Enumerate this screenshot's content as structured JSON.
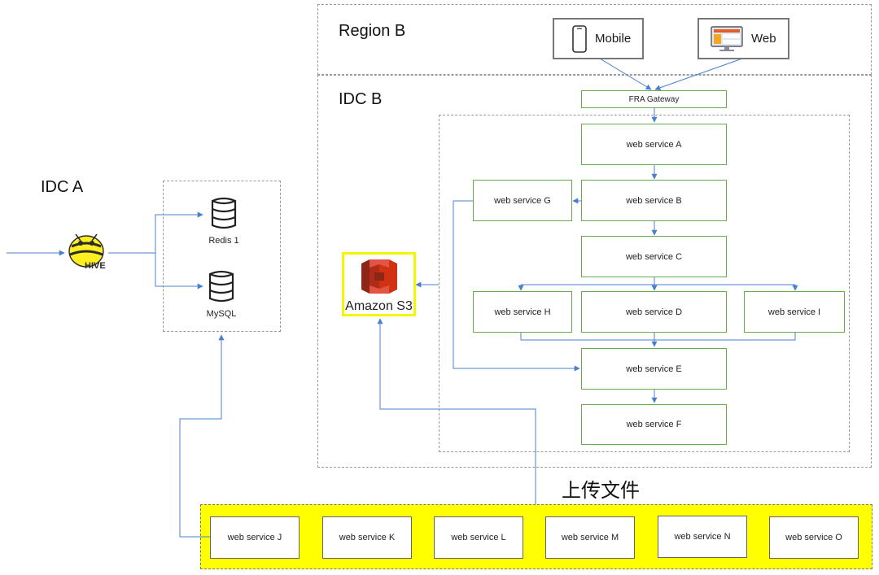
{
  "zones": {
    "region_b": "Region B",
    "idc_b": "IDC B",
    "idc_a": "IDC A"
  },
  "clients": {
    "mobile": "Mobile",
    "web": "Web"
  },
  "gateway": "FRA Gateway",
  "services": {
    "a": "web service A",
    "b": "web service B",
    "c": "web service C",
    "d": "web service D",
    "e": "web service E",
    "f": "web service F",
    "g": "web service G",
    "h": "web service H",
    "i": "web service I",
    "j": "web service J",
    "k": "web service K",
    "l": "web service L",
    "m": "web service M",
    "n": "web service N",
    "o": "web service O"
  },
  "storage": {
    "redis": "Redis 1",
    "mysql": "MySQL",
    "s3": "Amazon S3"
  },
  "upload_label": "上传文件",
  "hive_logo_text": "HIVE",
  "colors": {
    "arrow": "#4a7fd0",
    "service_border": "#67ab4b",
    "highlight": "#ffff00",
    "s3_red": "#d13212"
  }
}
